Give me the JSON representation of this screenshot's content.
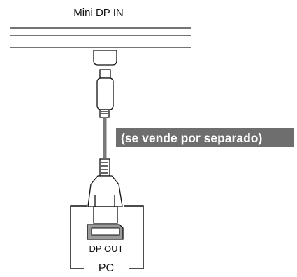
{
  "monitor": {
    "port_label": "Mini DP IN"
  },
  "cable": {
    "note": "(se vende por separado)"
  },
  "pc": {
    "port_label": "DP OUT",
    "label": "PC"
  }
}
